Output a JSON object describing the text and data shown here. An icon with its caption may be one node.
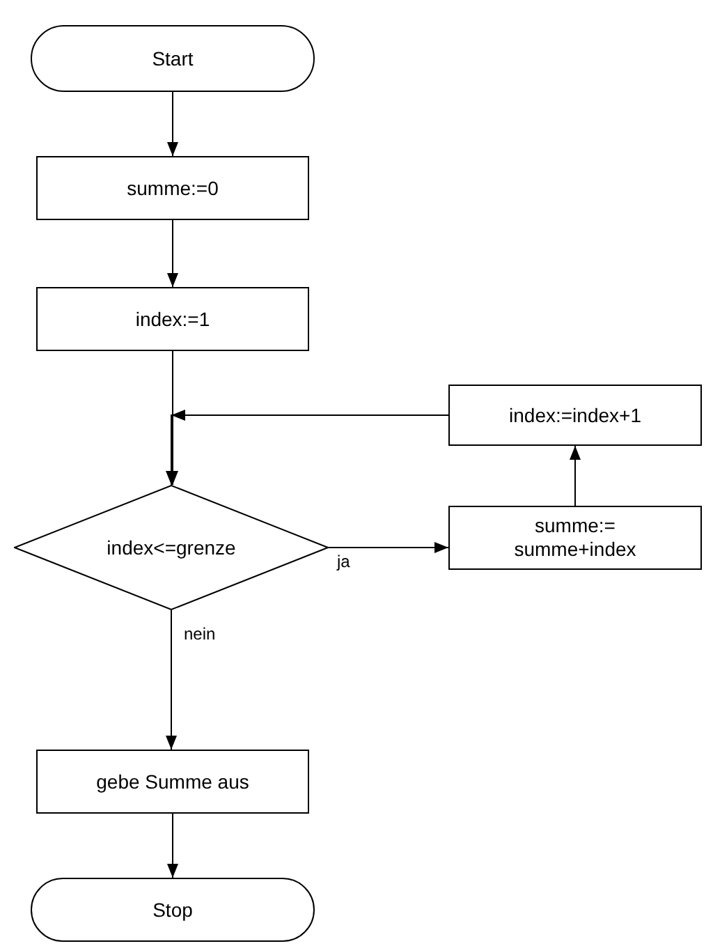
{
  "diagram": {
    "nodes": [
      {
        "text": [
          "Start"
        ]
      },
      {
        "text": [
          "summe:=0"
        ]
      },
      {
        "text": [
          "index:=1"
        ]
      },
      {
        "text": [
          "index:=index+1"
        ]
      },
      {
        "text": [
          "index<=grenze"
        ]
      },
      {
        "text": [
          "summe:= summe+index"
        ]
      },
      {
        "text": [
          "gebe Summe aus"
        ]
      },
      {
        "text": [
          "Stop"
        ]
      }
    ],
    "edges": [
      {
        "from": 0,
        "to": 1,
        "arrow": "to"
      },
      {
        "from": 1,
        "to": 2,
        "arrow": "to"
      },
      {
        "from": 2,
        "to": 4,
        "arrow": "to"
      },
      {
        "from": 3,
        "to": 4,
        "arrow": "to"
      },
      {
        "from": 4,
        "to": 5,
        "arrow": "to",
        "label": "ja"
      },
      {
        "from": 5,
        "to": 3,
        "arrow": "to"
      },
      {
        "from": 4,
        "to": 6,
        "arrow": "to",
        "label": "nein"
      },
      {
        "from": 6,
        "to": 7,
        "arrow": "to"
      }
    ]
  }
}
